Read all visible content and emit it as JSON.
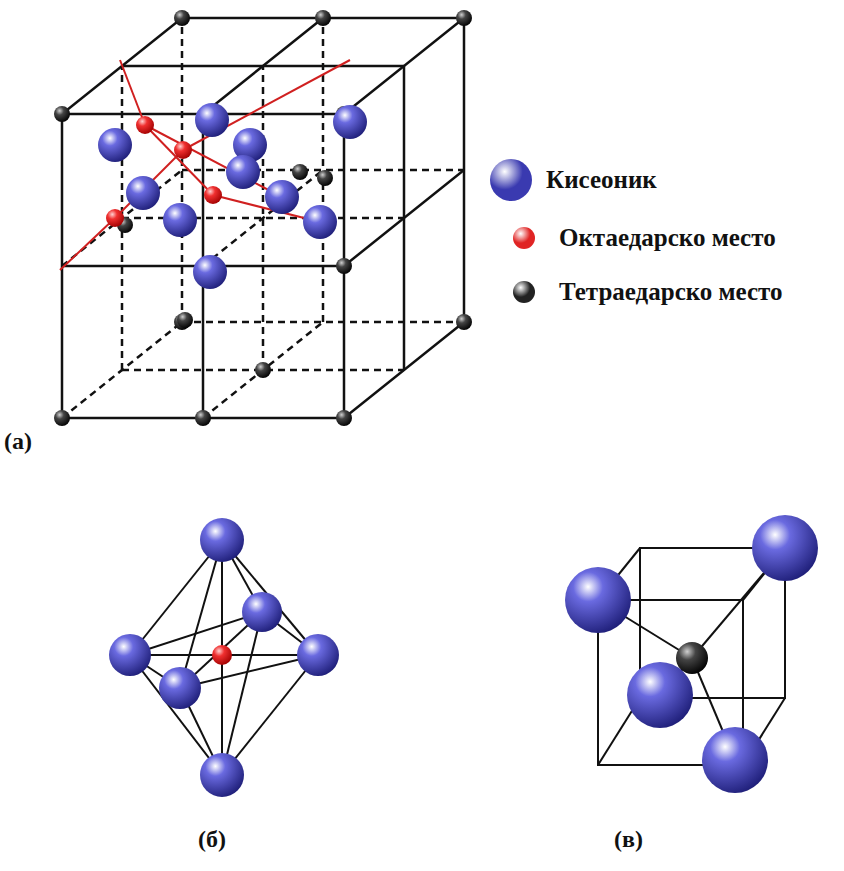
{
  "diagram": {
    "labels": [
      "(а)",
      "(б)",
      "(в)"
    ],
    "legend": [
      {
        "text": "Кисеоник",
        "color": "#3a3ab0"
      },
      {
        "text": "Октаедарско место",
        "color": "#e02424"
      },
      {
        "text": "Тетраедарско место",
        "color": "#222222"
      }
    ]
  }
}
